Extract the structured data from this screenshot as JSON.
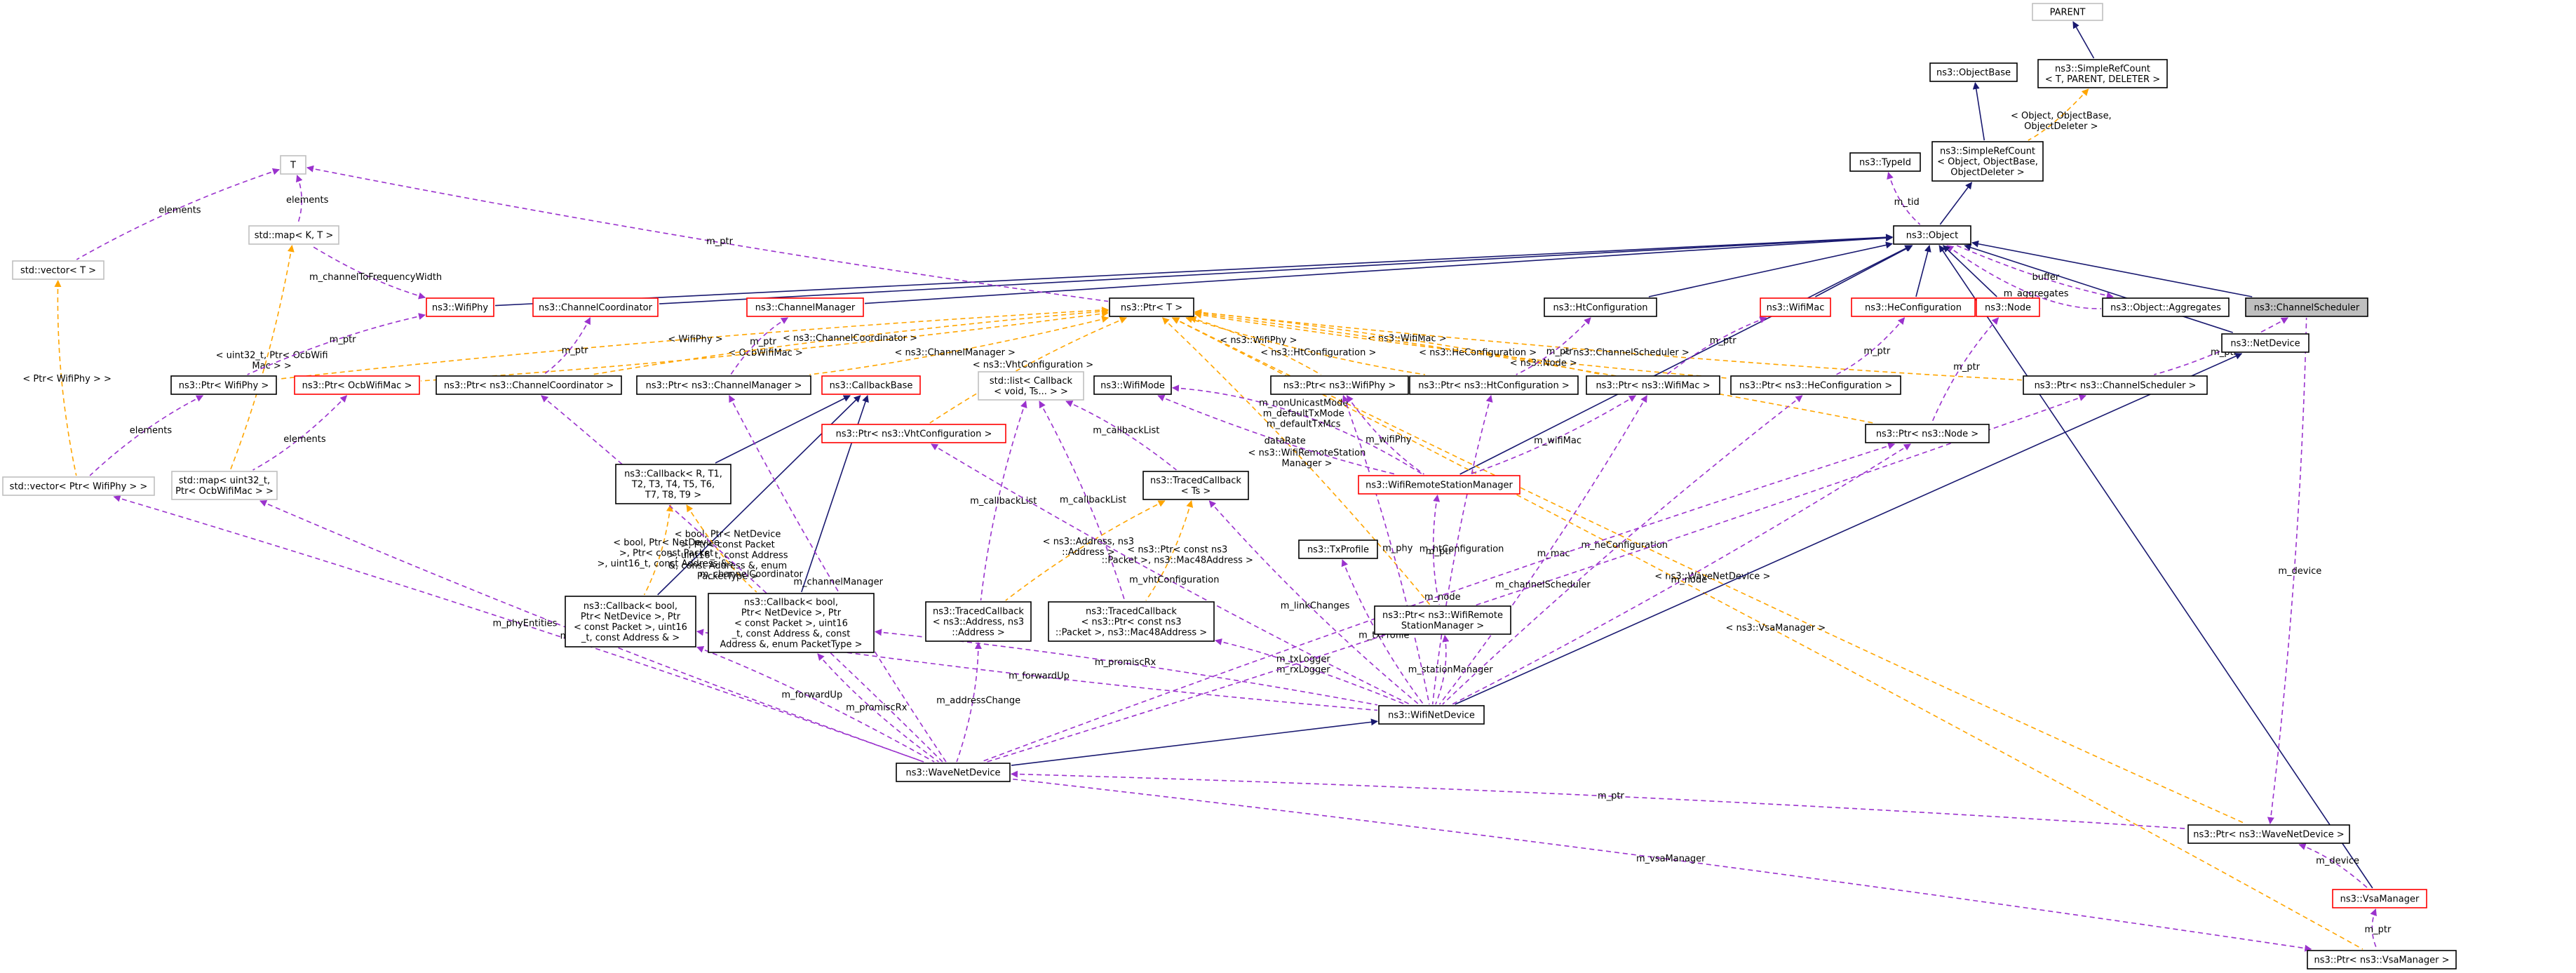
{
  "colors": {
    "inherit": "#191970",
    "usage": "#9a32cd",
    "template": "#ffa500",
    "node_black": "#000000",
    "node_red": "#ff0000",
    "node_gray": "#bfbfbf",
    "highlight_fill": "#bfbfbf"
  },
  "nodes": [
    {
      "id": "PARENT",
      "label": [
        "PARENT"
      ],
      "border": "gray"
    },
    {
      "id": "SimpleRefCount",
      "label": [
        "ns3::SimpleRefCount",
        "< T, PARENT, DELETER >"
      ],
      "border": "black"
    },
    {
      "id": "ObjectBase",
      "label": [
        "ns3::ObjectBase"
      ],
      "border": "black"
    },
    {
      "id": "SimpleRefCountObj",
      "label": [
        "ns3::SimpleRefCount",
        "< Object, ObjectBase,",
        "ObjectDeleter >"
      ],
      "border": "black"
    },
    {
      "id": "TypeId",
      "label": [
        "ns3::TypeId"
      ],
      "border": "black"
    },
    {
      "id": "Object",
      "label": [
        "ns3::Object"
      ],
      "border": "black"
    },
    {
      "id": "T",
      "label": [
        "T"
      ],
      "border": "gray"
    },
    {
      "id": "MapKT",
      "label": [
        "std::map< K, T >"
      ],
      "border": "gray"
    },
    {
      "id": "VectorT",
      "label": [
        "std::vector< T >"
      ],
      "border": "gray"
    },
    {
      "id": "WifiPhy",
      "label": [
        "ns3::WifiPhy"
      ],
      "border": "red"
    },
    {
      "id": "ChannelCoordinator",
      "label": [
        "ns3::ChannelCoordinator"
      ],
      "border": "red"
    },
    {
      "id": "ChannelManager",
      "label": [
        "ns3::ChannelManager"
      ],
      "border": "red"
    },
    {
      "id": "PtrT",
      "label": [
        "ns3::Ptr< T >"
      ],
      "border": "black"
    },
    {
      "id": "HtConfiguration",
      "label": [
        "ns3::HtConfiguration"
      ],
      "border": "black"
    },
    {
      "id": "WifiMac",
      "label": [
        "ns3::WifiMac"
      ],
      "border": "red"
    },
    {
      "id": "HeConfiguration",
      "label": [
        "ns3::HeConfiguration"
      ],
      "border": "red"
    },
    {
      "id": "Node",
      "label": [
        "ns3::Node"
      ],
      "border": "red"
    },
    {
      "id": "Aggregates",
      "label": [
        "ns3::Object::Aggregates"
      ],
      "border": "black"
    },
    {
      "id": "ChannelScheduler",
      "label": [
        "ns3::ChannelScheduler"
      ],
      "border": "black",
      "highlight": true
    },
    {
      "id": "NetDevice",
      "label": [
        "ns3::NetDevice"
      ],
      "border": "black"
    },
    {
      "id": "PtrWifiPhy",
      "label": [
        "ns3::Ptr< WifiPhy >"
      ],
      "border": "black"
    },
    {
      "id": "PtrOcbWifiMac",
      "label": [
        "ns3::Ptr< OcbWifiMac >"
      ],
      "border": "red"
    },
    {
      "id": "PtrChannelCoordinator",
      "label": [
        "ns3::Ptr< ns3::ChannelCoordinator >"
      ],
      "border": "black"
    },
    {
      "id": "PtrChannelManager",
      "label": [
        "ns3::Ptr< ns3::ChannelManager >"
      ],
      "border": "black"
    },
    {
      "id": "CallbackBase",
      "label": [
        "ns3::CallbackBase"
      ],
      "border": "red"
    },
    {
      "id": "ListCallback",
      "label": [
        "std::list< Callback",
        "< void, Ts... > >"
      ],
      "border": "gray"
    },
    {
      "id": "WifiMode",
      "label": [
        "ns3::WifiMode"
      ],
      "border": "black"
    },
    {
      "id": "PtrNsWifiPhy",
      "label": [
        "ns3::Ptr< ns3::WifiPhy >"
      ],
      "border": "black"
    },
    {
      "id": "PtrHtConfiguration",
      "label": [
        "ns3::Ptr< ns3::HtConfiguration >"
      ],
      "border": "black"
    },
    {
      "id": "PtrWifiMac",
      "label": [
        "ns3::Ptr< ns3::WifiMac >"
      ],
      "border": "black"
    },
    {
      "id": "PtrHeConfiguration",
      "label": [
        "ns3::Ptr< ns3::HeConfiguration >"
      ],
      "border": "black"
    },
    {
      "id": "PtrChannelScheduler",
      "label": [
        "ns3::Ptr< ns3::ChannelScheduler >"
      ],
      "border": "black"
    },
    {
      "id": "PtrVhtConfiguration",
      "label": [
        "ns3::Ptr< ns3::VhtConfiguration >"
      ],
      "border": "red"
    },
    {
      "id": "PtrNode",
      "label": [
        "ns3::Ptr< ns3::Node >"
      ],
      "border": "black"
    },
    {
      "id": "VectorPtrWifiPhy",
      "label": [
        "std::vector< Ptr< WifiPhy > >"
      ],
      "border": "gray"
    },
    {
      "id": "MapUintOcb",
      "label": [
        "std::map< uint32_t,",
        "Ptr< OcbWifiMac > >"
      ],
      "border": "gray"
    },
    {
      "id": "CallbackR",
      "label": [
        "ns3::Callback< R, T1,",
        "T2, T3, T4, T5, T6,",
        "T7, T8, T9 >"
      ],
      "border": "black"
    },
    {
      "id": "TracedCallbackTs",
      "label": [
        "ns3::TracedCallback",
        "< Ts >"
      ],
      "border": "black"
    },
    {
      "id": "WifiRemoteStationManager",
      "label": [
        "ns3::WifiRemoteStationManager"
      ],
      "border": "red"
    },
    {
      "id": "TxProfile",
      "label": [
        "ns3::TxProfile"
      ],
      "border": "black"
    },
    {
      "id": "CallbackBool1",
      "label": [
        "ns3::Callback< bool,",
        "Ptr< NetDevice >, Ptr",
        "< const Packet >, uint16",
        "_t, const Address & >"
      ],
      "border": "black"
    },
    {
      "id": "CallbackBool2",
      "label": [
        "ns3::Callback< bool,",
        "Ptr< NetDevice >, Ptr",
        "< const Packet >, uint16",
        "_t, const Address &, const",
        "Address &, enum PacketType >"
      ],
      "border": "black"
    },
    {
      "id": "TracedCallbackAddr",
      "label": [
        "ns3::TracedCallback",
        "< ns3::Address, ns3",
        "::Address >"
      ],
      "border": "black"
    },
    {
      "id": "TracedCallbackPkt",
      "label": [
        "ns3::TracedCallback",
        "< ns3::Ptr< const ns3",
        "::Packet >, ns3::Mac48Address >"
      ],
      "border": "black"
    },
    {
      "id": "PtrWifiRemote",
      "label": [
        "ns3::Ptr< ns3::WifiRemote",
        "StationManager >"
      ],
      "border": "black"
    },
    {
      "id": "WifiNetDevice",
      "label": [
        "ns3::WifiNetDevice"
      ],
      "border": "black"
    },
    {
      "id": "WaveNetDevice",
      "label": [
        "ns3::WaveNetDevice"
      ],
      "border": "black"
    },
    {
      "id": "PtrWaveNetDevice",
      "label": [
        "ns3::Ptr< ns3::WaveNetDevice >"
      ],
      "border": "black"
    },
    {
      "id": "VsaManager",
      "label": [
        "ns3::VsaManager"
      ],
      "border": "red"
    },
    {
      "id": "PtrVsaManager",
      "label": [
        "ns3::Ptr< ns3::VsaManager >"
      ],
      "border": "black"
    }
  ],
  "edges": [
    {
      "from": "PARENT",
      "to": "SimpleRefCount",
      "kind": "inherit"
    },
    {
      "from": "SimpleRefCount",
      "to": "SimpleRefCountObj",
      "kind": "template",
      "label": [
        "< Object, ObjectBase,",
        "ObjectDeleter >"
      ]
    },
    {
      "from": "ObjectBase",
      "to": "SimpleRefCountObj",
      "kind": "inherit"
    },
    {
      "from": "SimpleRefCountObj",
      "to": "Object",
      "kind": "inherit"
    },
    {
      "from": "TypeId",
      "to": "Object",
      "kind": "usage",
      "label": [
        "m_tid"
      ]
    },
    {
      "from": "Aggregates",
      "to": "Object",
      "kind": "usage",
      "label": [
        "buffer"
      ]
    },
    {
      "from": "Object",
      "to": "Aggregates",
      "kind": "usage",
      "label": [
        "m_aggregates"
      ]
    },
    {
      "from": "Object",
      "to": "WifiPhy",
      "kind": "inherit"
    },
    {
      "from": "Object",
      "to": "ChannelCoordinator",
      "kind": "inherit"
    },
    {
      "from": "Object",
      "to": "ChannelManager",
      "kind": "inherit"
    },
    {
      "from": "Object",
      "to": "HtConfiguration",
      "kind": "inherit"
    },
    {
      "from": "Object",
      "to": "WifiMac",
      "kind": "inherit"
    },
    {
      "from": "Object",
      "to": "HeConfiguration",
      "kind": "inherit"
    },
    {
      "from": "Object",
      "to": "Node",
      "kind": "inherit"
    },
    {
      "from": "Object",
      "to": "ChannelScheduler",
      "kind": "inherit"
    },
    {
      "from": "Object",
      "to": "NetDevice",
      "kind": "inherit"
    },
    {
      "from": "Object",
      "to": "WifiRemoteStationManager",
      "kind": "inherit"
    },
    {
      "from": "Object",
      "to": "VsaManager",
      "kind": "inherit"
    },
    {
      "from": "T",
      "to": "PtrT",
      "kind": "usage",
      "label": [
        "m_ptr"
      ]
    },
    {
      "from": "T",
      "to": "MapKT",
      "kind": "usage",
      "label": [
        "elements"
      ]
    },
    {
      "from": "T",
      "to": "VectorT",
      "kind": "usage",
      "label": [
        "elements"
      ]
    },
    {
      "from": "WifiPhy",
      "to": "MapKT",
      "kind": "usage",
      "label": [
        "m_channelToFrequencyWidth"
      ]
    },
    {
      "from": "VectorT",
      "to": "VectorPtrWifiPhy",
      "kind": "template",
      "label": [
        "< Ptr< WifiPhy > >"
      ]
    },
    {
      "from": "MapKT",
      "to": "MapUintOcb",
      "kind": "template",
      "label": [
        "< uint32_t, Ptr< OcbWifi",
        "Mac > >"
      ]
    },
    {
      "from": "PtrT",
      "to": "PtrWifiPhy",
      "kind": "template",
      "label": [
        "< WifiPhy >"
      ]
    },
    {
      "from": "PtrT",
      "to": "PtrOcbWifiMac",
      "kind": "template",
      "label": [
        "< OcbWifiMac >"
      ]
    },
    {
      "from": "PtrT",
      "to": "PtrChannelCoordinator",
      "kind": "template",
      "label": [
        "< ns3::ChannelCoordinator >"
      ]
    },
    {
      "from": "PtrT",
      "to": "PtrChannelManager",
      "kind": "template",
      "label": [
        "< ns3::ChannelManager >"
      ]
    },
    {
      "from": "PtrT",
      "to": "PtrVhtConfiguration",
      "kind": "template",
      "label": [
        "< ns3::VhtConfiguration >"
      ]
    },
    {
      "from": "PtrT",
      "to": "PtrNsWifiPhy",
      "kind": "template",
      "label": [
        "< ns3::WifiPhy >"
      ]
    },
    {
      "from": "PtrT",
      "to": "PtrHtConfiguration",
      "kind": "template",
      "label": [
        "< ns3::HtConfiguration >"
      ]
    },
    {
      "from": "PtrT",
      "to": "PtrWifiMac",
      "kind": "template",
      "label": [
        "< ns3::WifiMac >"
      ]
    },
    {
      "from": "PtrT",
      "to": "PtrHeConfiguration",
      "kind": "template",
      "label": [
        "< ns3::HeConfiguration >"
      ]
    },
    {
      "from": "PtrT",
      "to": "PtrNode",
      "kind": "template",
      "label": [
        "< ns3::Node >"
      ]
    },
    {
      "from": "PtrT",
      "to": "PtrChannelScheduler",
      "kind": "template",
      "label": [
        "< ns3::ChannelScheduler >"
      ]
    },
    {
      "from": "PtrT",
      "to": "PtrWifiRemote",
      "kind": "template",
      "label": [
        "< ns3::WifiRemoteStation",
        "Manager >"
      ]
    },
    {
      "from": "PtrT",
      "to": "PtrWaveNetDevice",
      "kind": "template",
      "label": [
        "< ns3::WaveNetDevice >"
      ]
    },
    {
      "from": "PtrT",
      "to": "PtrVsaManager",
      "kind": "template",
      "label": [
        "< ns3::VsaManager >"
      ]
    },
    {
      "from": "WifiPhy",
      "to": "PtrWifiPhy",
      "kind": "usage",
      "label": [
        "m_ptr"
      ]
    },
    {
      "from": "ChannelCoordinator",
      "to": "PtrChannelCoordinator",
      "kind": "usage",
      "label": [
        "m_ptr"
      ]
    },
    {
      "from": "ChannelManager",
      "to": "PtrChannelManager",
      "kind": "usage",
      "label": [
        "m_ptr"
      ]
    },
    {
      "from": "HtConfiguration",
      "to": "PtrHtConfiguration",
      "kind": "usage",
      "label": [
        "m_ptr"
      ]
    },
    {
      "from": "WifiMac",
      "to": "PtrWifiMac",
      "kind": "usage",
      "label": [
        "m_ptr"
      ]
    },
    {
      "from": "HeConfiguration",
      "to": "PtrHeConfiguration",
      "kind": "usage",
      "label": [
        "m_ptr"
      ]
    },
    {
      "from": "Node",
      "to": "PtrNode",
      "kind": "usage",
      "label": [
        "m_ptr"
      ]
    },
    {
      "from": "ChannelScheduler",
      "to": "PtrChannelScheduler",
      "kind": "usage",
      "label": [
        "m_ptr"
      ]
    },
    {
      "from": "PtrWifiPhy",
      "to": "VectorPtrWifiPhy",
      "kind": "usage",
      "label": [
        "elements"
      ]
    },
    {
      "from": "PtrOcbWifiMac",
      "to": "MapUintOcb",
      "kind": "usage",
      "label": [
        "elements"
      ]
    },
    {
      "from": "CallbackBase",
      "to": "CallbackR",
      "kind": "inherit"
    },
    {
      "from": "CallbackBase",
      "to": "CallbackBool1",
      "kind": "inherit"
    },
    {
      "from": "CallbackBase",
      "to": "CallbackBool2",
      "kind": "inherit"
    },
    {
      "from": "CallbackR",
      "to": "CallbackBool1",
      "kind": "template",
      "label": [
        "< bool, Ptr< NetDevice",
        ">, Ptr< const Packet",
        ">, uint16_t, const Address &>"
      ]
    },
    {
      "from": "CallbackR",
      "to": "CallbackBool2",
      "kind": "template",
      "label": [
        "< bool, Ptr< NetDevice",
        ">, Ptr< const Packet",
        ">, uint16_t, const Address",
        "&, const Address &, enum",
        "PacketType >"
      ]
    },
    {
      "from": "ListCallback",
      "to": "TracedCallbackTs",
      "kind": "usage",
      "label": [
        "m_callbackList"
      ]
    },
    {
      "from": "ListCallback",
      "to": "TracedCallbackAddr",
      "kind": "usage",
      "label": [
        "m_callbackList"
      ]
    },
    {
      "from": "ListCallback",
      "to": "TracedCallbackPkt",
      "kind": "usage",
      "label": [
        "m_callbackList"
      ]
    },
    {
      "from": "TracedCallbackTs",
      "to": "TracedCallbackAddr",
      "kind": "template",
      "label": [
        "< ns3::Address, ns3",
        "::Address >"
      ]
    },
    {
      "from": "TracedCallbackTs",
      "to": "TracedCallbackPkt",
      "kind": "template",
      "label": [
        "< ns3::Ptr< const ns3",
        "::Packet >, ns3::Mac48Address >"
      ]
    },
    {
      "from": "WifiMode",
      "to": "WifiRemoteStationManager",
      "kind": "usage",
      "label": [
        "dataRate"
      ]
    },
    {
      "from": "WifiMode",
      "to": "WifiRemoteStationManager",
      "kind": "usage",
      "label": [
        "m_nonUnicastMode",
        "m_defaultTxMode",
        "m_defaultTxMcs"
      ]
    },
    {
      "from": "PtrNsWifiPhy",
      "to": "WifiRemoteStationManager",
      "kind": "usage",
      "label": [
        "m_wifiPhy"
      ]
    },
    {
      "from": "PtrWifiMac",
      "to": "WifiRemoteStationManager",
      "kind": "usage",
      "label": [
        "m_wifiMac"
      ]
    },
    {
      "from": "WifiRemoteStationManager",
      "to": "PtrWifiRemote",
      "kind": "usage",
      "label": [
        "m_ptr"
      ]
    },
    {
      "from": "PtrWifiRemote",
      "to": "WifiNetDevice",
      "kind": "usage",
      "label": [
        "m_stationManager"
      ]
    },
    {
      "from": "PtrVhtConfiguration",
      "to": "WifiNetDevice",
      "kind": "usage",
      "label": [
        "m_vhtConfiguration"
      ]
    },
    {
      "from": "PtrNsWifiPhy",
      "to": "WifiNetDevice",
      "kind": "usage",
      "label": [
        "m_phy"
      ]
    },
    {
      "from": "PtrHtConfiguration",
      "to": "WifiNetDevice",
      "kind": "usage",
      "label": [
        "m_htConfiguration"
      ]
    },
    {
      "from": "PtrWifiMac",
      "to": "WifiNetDevice",
      "kind": "usage",
      "label": [
        "m_mac"
      ]
    },
    {
      "from": "PtrHeConfiguration",
      "to": "WifiNetDevice",
      "kind": "usage",
      "label": [
        "m_heConfiguration"
      ]
    },
    {
      "from": "PtrNode",
      "to": "WifiNetDevice",
      "kind": "usage",
      "label": [
        "m_node"
      ]
    },
    {
      "from": "CallbackBool1",
      "to": "WifiNetDevice",
      "kind": "usage",
      "label": [
        "m_forwardUp"
      ]
    },
    {
      "from": "CallbackBool2",
      "to": "WifiNetDevice",
      "kind": "usage",
      "label": [
        "m_promiscRx"
      ]
    },
    {
      "from": "TracedCallbackTs",
      "to": "WifiNetDevice",
      "kind": "usage",
      "label": [
        "m_linkChanges"
      ]
    },
    {
      "from": "TracedCallbackPkt",
      "to": "WifiNetDevice",
      "kind": "usage",
      "label": [
        "m_txLogger",
        "m_rxLogger"
      ]
    },
    {
      "from": "TxProfile",
      "to": "WifiNetDevice",
      "kind": "usage",
      "label": [
        "m_txProfile"
      ]
    },
    {
      "from": "NetDevice",
      "to": "WifiNetDevice",
      "kind": "inherit"
    },
    {
      "from": "WifiNetDevice",
      "to": "WaveNetDevice",
      "kind": "inherit"
    },
    {
      "from": "VectorPtrWifiPhy",
      "to": "WaveNetDevice",
      "kind": "usage",
      "label": [
        "m_phyEntities"
      ]
    },
    {
      "from": "MapUintOcb",
      "to": "WaveNetDevice",
      "kind": "usage",
      "label": [
        "m_macEntities"
      ]
    },
    {
      "from": "PtrChannelCoordinator",
      "to": "WaveNetDevice",
      "kind": "usage",
      "label": [
        "m_channelCoordinator"
      ]
    },
    {
      "from": "PtrChannelManager",
      "to": "WaveNetDevice",
      "kind": "usage",
      "label": [
        "m_channelManager"
      ]
    },
    {
      "from": "CallbackBool1",
      "to": "WaveNetDevice",
      "kind": "usage",
      "label": [
        "m_forwardUp"
      ]
    },
    {
      "from": "CallbackBool2",
      "to": "WaveNetDevice",
      "kind": "usage",
      "label": [
        "m_promiscRx"
      ]
    },
    {
      "from": "TracedCallbackAddr",
      "to": "WaveNetDevice",
      "kind": "usage",
      "label": [
        "m_addressChange"
      ]
    },
    {
      "from": "PtrNode",
      "to": "WaveNetDevice",
      "kind": "usage",
      "label": [
        "m_node"
      ]
    },
    {
      "from": "PtrChannelScheduler",
      "to": "WaveNetDevice",
      "kind": "usage",
      "label": [
        "m_channelScheduler"
      ]
    },
    {
      "from": "PtrVsaManager",
      "to": "WaveNetDevice",
      "kind": "usage",
      "label": [
        "m_vsaManager"
      ]
    },
    {
      "from": "WaveNetDevice",
      "to": "PtrWaveNetDevice",
      "kind": "usage",
      "label": [
        "m_ptr"
      ]
    },
    {
      "from": "PtrWaveNetDevice",
      "to": "ChannelScheduler",
      "kind": "usage",
      "label": [
        "m_device"
      ]
    },
    {
      "from": "PtrWaveNetDevice",
      "to": "VsaManager",
      "kind": "usage",
      "label": [
        "m_device"
      ]
    },
    {
      "from": "VsaManager",
      "to": "PtrVsaManager",
      "kind": "usage",
      "label": [
        "m_ptr"
      ]
    }
  ]
}
